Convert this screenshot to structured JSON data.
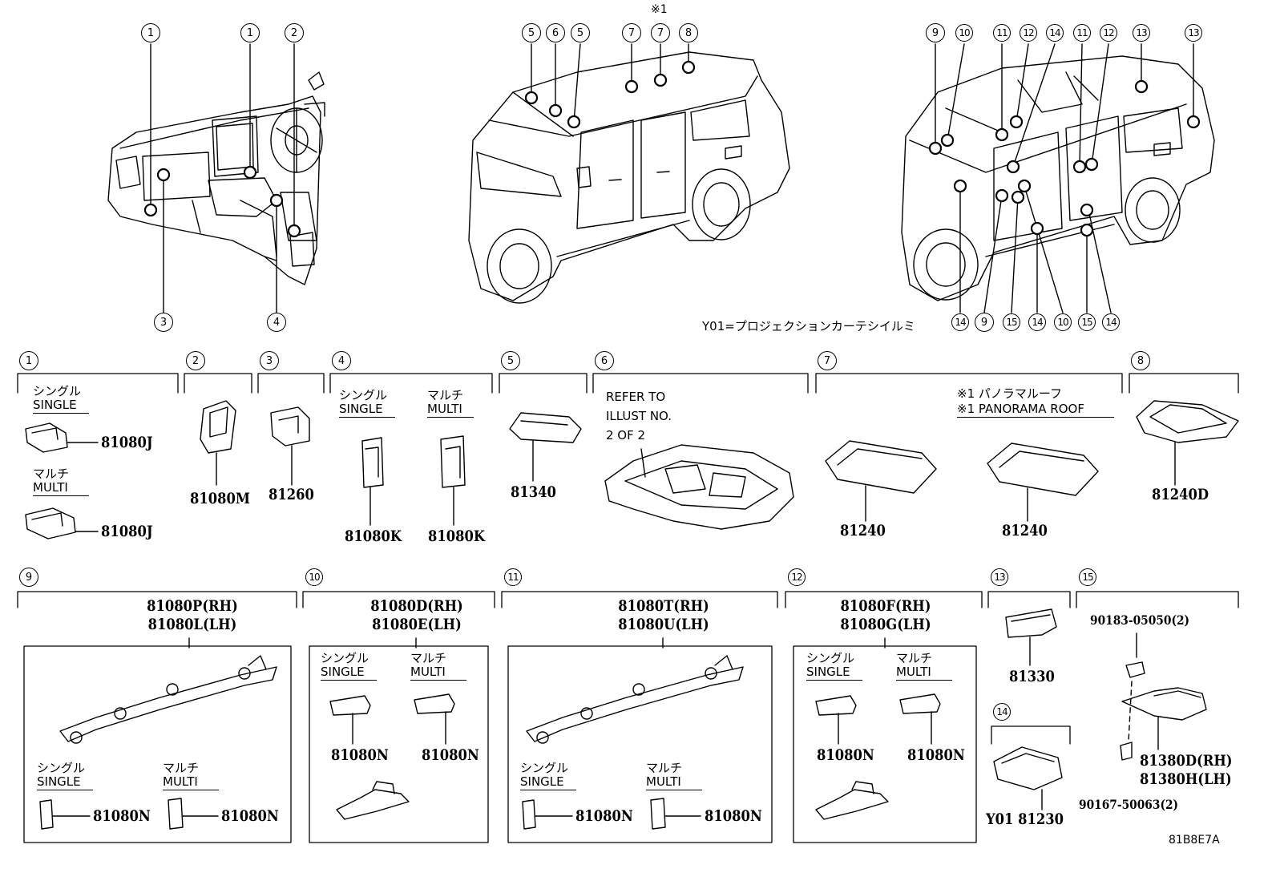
{
  "legend": "Y01=プロジェクションカーテシイルミ",
  "roof_note": "※1",
  "diagram_code": "81B8E7A",
  "callouts": {
    "dash": [
      "1",
      "1",
      "2",
      "3",
      "4"
    ],
    "side": [
      "5",
      "6",
      "5",
      "7",
      "7",
      "8"
    ],
    "rear_top": [
      "9",
      "10",
      "11",
      "12",
      "14",
      "11",
      "12",
      "13",
      "13"
    ],
    "rear_bottom": [
      "14",
      "9",
      "15",
      "14",
      "10",
      "15",
      "14"
    ]
  },
  "sections": [
    {
      "id": "1",
      "items": [
        {
          "jp": "シングル",
          "en": "SINGLE",
          "part": "81080J"
        },
        {
          "jp": "マルチ",
          "en": "MULTI",
          "part": "81080J"
        }
      ]
    },
    {
      "id": "2",
      "part": "81080M"
    },
    {
      "id": "3",
      "part": "81260"
    },
    {
      "id": "4",
      "items": [
        {
          "jp": "シングル",
          "en": "SINGLE",
          "part": "81080K"
        },
        {
          "jp": "マルチ",
          "en": "MULTI",
          "part": "81080K"
        }
      ]
    },
    {
      "id": "5",
      "part": "81340"
    },
    {
      "id": "6",
      "note": [
        "REFER TO",
        "ILLUST NO.",
        "2 OF 2"
      ]
    },
    {
      "id": "7",
      "part": "81240",
      "note_jp": "※1 パノラマルーフ",
      "note_en": "※1 PANORAMA ROOF",
      "part2": "81240"
    },
    {
      "id": "8",
      "part": "81240D"
    },
    {
      "id": "9",
      "parts": [
        "81080P(RH)",
        "81080L(LH)"
      ],
      "items": [
        {
          "jp": "シングル",
          "en": "SINGLE",
          "part": "81080N"
        },
        {
          "jp": "マルチ",
          "en": "MULTI",
          "part": "81080N"
        }
      ]
    },
    {
      "id": "10",
      "parts": [
        "81080D(RH)",
        "81080E(LH)"
      ],
      "items": [
        {
          "jp": "シングル",
          "en": "SINGLE",
          "part": "81080N"
        },
        {
          "jp": "マルチ",
          "en": "MULTI",
          "part": "81080N"
        }
      ]
    },
    {
      "id": "11",
      "parts": [
        "81080T(RH)",
        "81080U(LH)"
      ],
      "items": [
        {
          "jp": "シングル",
          "en": "SINGLE",
          "part": "81080N"
        },
        {
          "jp": "マルチ",
          "en": "MULTI",
          "part": "81080N"
        }
      ]
    },
    {
      "id": "12",
      "parts": [
        "81080F(RH)",
        "81080G(LH)"
      ],
      "items": [
        {
          "jp": "シングル",
          "en": "SINGLE",
          "part": "81080N"
        },
        {
          "jp": "マルチ",
          "en": "MULTI",
          "part": "81080N"
        }
      ]
    },
    {
      "id": "13",
      "part": "81330"
    },
    {
      "id": "14",
      "part": "Y01 81230"
    },
    {
      "id": "15",
      "bolt_top": "90183-05050(2)",
      "parts": [
        "81380D(RH)",
        "81380H(LH)"
      ],
      "bolt_bottom": "90167-50063(2)"
    }
  ]
}
